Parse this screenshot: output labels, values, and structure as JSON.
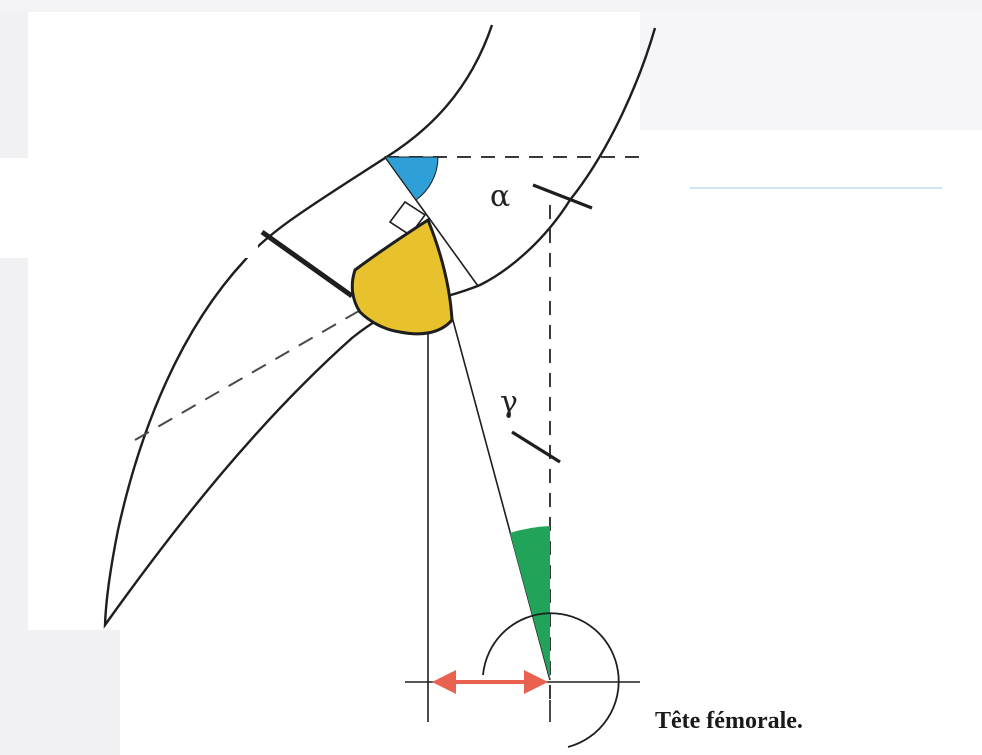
{
  "labels": {
    "alpha": "α",
    "gamma": "γ",
    "caption": "Tête fémorale."
  },
  "colors": {
    "background": "#ffffff",
    "margin_grey": "#f1f1f3",
    "line": "#1e1e1e",
    "dashed": "#3a3a3a",
    "blue_angle": "#2f9fd8",
    "yellow_region": "#e8c22c",
    "green_angle": "#21a35a",
    "red_arrow": "#e8624f"
  }
}
